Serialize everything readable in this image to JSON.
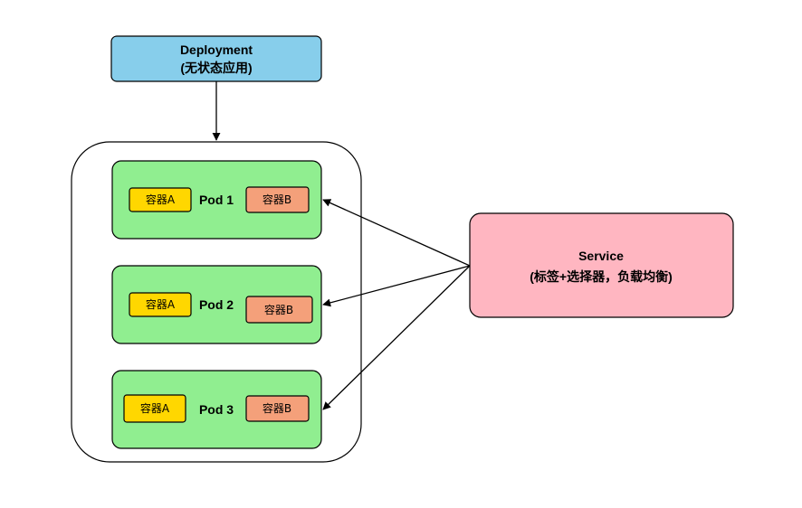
{
  "deployment": {
    "title": "Deployment",
    "subtitle": "(无状态应用)",
    "color": "#87ceeb"
  },
  "service": {
    "title": "Service",
    "subtitle": "(标签+选择器，负载均衡)",
    "color": "#ffb6c1"
  },
  "colors": {
    "pod": "#90ee90",
    "container_a": "#ffd700",
    "container_b": "#f4a07a",
    "group_border": "#000000",
    "arrow": "#000000"
  },
  "pods": [
    {
      "label": "Pod 1",
      "container_a": "容器A",
      "container_b": "容器B"
    },
    {
      "label": "Pod 2",
      "container_a": "容器A",
      "container_b": "容器B"
    },
    {
      "label": "Pod 3",
      "container_a": "容器A",
      "container_b": "容器B"
    }
  ]
}
